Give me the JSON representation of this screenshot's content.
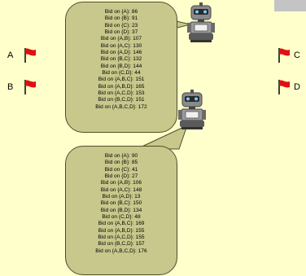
{
  "window": {
    "topbar_color": "#c4c4c4"
  },
  "flags": [
    {
      "label": "A"
    },
    {
      "label": "B"
    },
    {
      "label": "C"
    },
    {
      "label": "D"
    }
  ],
  "bidder_top": {
    "icon": "robot-icon",
    "bids": [
      "Bid on {A}: 86",
      "Bid on {B}: 91",
      "Bid on {C}: 23",
      "Bid on {D}: 37",
      "Bid on {A,B}: 107",
      "Bid on {A,C}: 130",
      "Bid on {A,D}: 146",
      "Bid on {B,C}: 132",
      "Bid on {B,D}: 144",
      "Bid on {C,D}: 44",
      "Bid on {A,B,C}: 151",
      "Bid on {A,B,D}: 165",
      "Bid on {A,C,D}: 153",
      "Bid on {B,C,D}: 151",
      "Bid on {A,B,C,D}: 172"
    ]
  },
  "bidder_bottom": {
    "icon": "robot-icon",
    "bids": [
      "Bid on {A}: 90",
      "Bid on {B}: 85",
      "Bid on {C}: 41",
      "Bid on {D}: 27",
      "Bid on {A,B}: 106",
      "Bid on {A,C}: 148",
      "Bid on {A,D}: 13",
      "Bid on {B,C}: 150",
      "Bid on {B,D}: 134",
      "Bid on {C,D}: 48",
      "Bid on {A,B,C}: 169",
      "Bid on {A,B,D}: 155",
      "Bid on {A,C,D}: 155",
      "Bid on {B,C,D}: 157",
      "Bid on {A,B,C,D}: 176"
    ]
  },
  "colors": {
    "background": "#ffffcc",
    "bubble_fill": "#c8c88c",
    "bubble_border": "#4e4e28",
    "flag_red": "#e01010"
  }
}
